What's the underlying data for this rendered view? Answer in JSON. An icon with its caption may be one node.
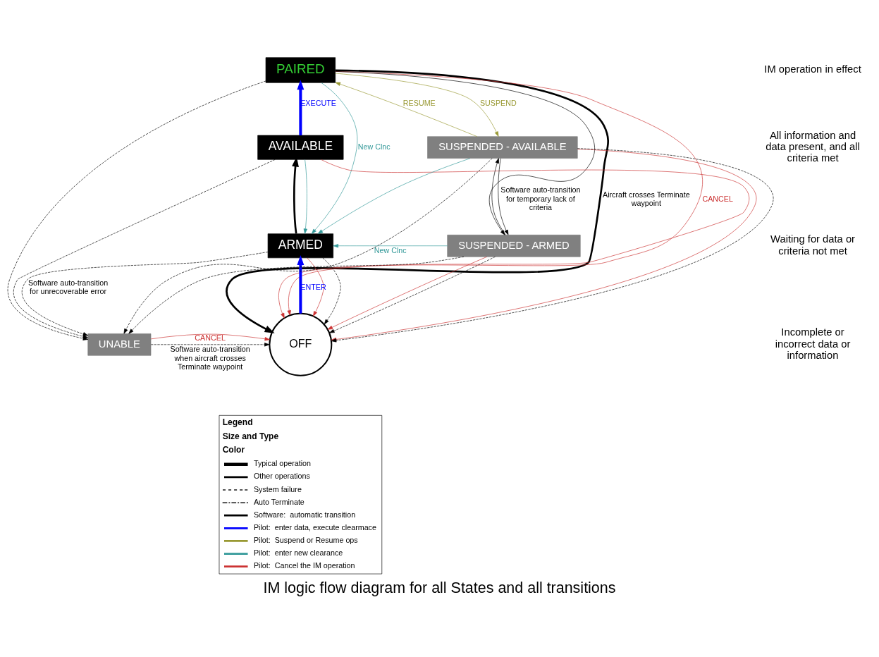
{
  "diagram": {
    "title": "IM logic flow diagram for all States and all transitions",
    "nodes": [
      {
        "text": [
          "PAIRED"
        ]
      },
      {
        "text": [
          "AVAILABLE"
        ]
      },
      {
        "text": [
          "ARMED"
        ]
      },
      {
        "text": [
          "OFF"
        ]
      },
      {
        "text": [
          "SUSPENDED - AVAILABLE"
        ]
      },
      {
        "text": [
          "SUSPENDED - ARMED"
        ]
      },
      {
        "text": [
          "UNABLE"
        ]
      }
    ],
    "edges": [
      {
        "from": 1,
        "to": 0,
        "arrow": "to",
        "label": "EXECUTE",
        "style": "thick",
        "color": "#0000ff"
      },
      {
        "from": 2,
        "to": 1,
        "arrow": "to",
        "style": "thick"
      },
      {
        "from": 3,
        "to": 2,
        "arrow": "to",
        "label": "ENTER",
        "style": "thick",
        "color": "#0000ff"
      },
      {
        "from": 0,
        "to": 3,
        "arrow": "to",
        "label": "Aircraft crosses Terminate waypoint",
        "style": "thick"
      },
      {
        "from": 0,
        "to": 2,
        "arrow": "to",
        "label": "New Clnc",
        "color": "#339999"
      },
      {
        "from": 1,
        "to": 2,
        "arrow": "to",
        "color": "#339999"
      },
      {
        "from": 4,
        "to": 2,
        "arrow": "to",
        "color": "#339999"
      },
      {
        "from": 5,
        "to": 2,
        "arrow": "to",
        "label": "New Clnc",
        "color": "#339999"
      },
      {
        "from": 0,
        "to": 4,
        "arrow": "to",
        "label": "SUSPEND",
        "color": "#999933"
      },
      {
        "from": 4,
        "to": 0,
        "arrow": "to",
        "label": "RESUME",
        "color": "#999933"
      },
      {
        "from": 0,
        "to": 3,
        "arrow": "to",
        "label": "CANCEL",
        "color": "#cc3333"
      },
      {
        "from": 1,
        "to": 3,
        "arrow": "to",
        "color": "#cc3333"
      },
      {
        "from": 2,
        "to": 3,
        "arrow": "to",
        "color": "#cc3333"
      },
      {
        "from": 4,
        "to": 3,
        "arrow": "to",
        "color": "#cc3333"
      },
      {
        "from": 5,
        "to": 3,
        "arrow": "to",
        "color": "#cc3333"
      },
      {
        "from": 6,
        "to": 3,
        "arrow": "to",
        "label": "CANCEL",
        "color": "#cc3333"
      },
      {
        "from": 0,
        "to": 6,
        "arrow": "to",
        "style": "dashed"
      },
      {
        "from": 1,
        "to": 6,
        "arrow": "to",
        "style": "dashed"
      },
      {
        "from": 2,
        "to": 6,
        "arrow": "to",
        "style": "dashed",
        "label": "Software auto-transition for unrecoverable error"
      },
      {
        "from": 4,
        "to": 6,
        "arrow": "to",
        "style": "dashed"
      },
      {
        "from": 5,
        "to": 6,
        "arrow": "to",
        "style": "dashed"
      },
      {
        "from": 0,
        "to": 5,
        "arrow": "to"
      },
      {
        "from": 4,
        "to": 5,
        "arrow": "to",
        "label": "Software auto-transition for temporary lack of criteria"
      },
      {
        "from": 5,
        "to": 4,
        "arrow": "to"
      },
      {
        "from": 4,
        "to": 3,
        "arrow": "to",
        "style": "dashed"
      },
      {
        "from": 2,
        "to": 3,
        "arrow": "to",
        "style": "dashed"
      },
      {
        "from": 5,
        "to": 3,
        "arrow": "to",
        "style": "dashed"
      },
      {
        "from": 6,
        "to": 3,
        "arrow": "to",
        "style": "dashed",
        "label": "Software auto-transition when aircraft crosses Terminate waypoint"
      }
    ],
    "labels": [
      "IM operation in effect",
      "All information and data present, and all criteria met",
      "Waiting for data or criteria not met",
      "Incomplete or incorrect data or information",
      "Legend",
      "Size and Type",
      "Color"
    ],
    "legend": [
      {
        "text": "Typical operation"
      },
      {
        "text": "Other operations"
      },
      {
        "text": "System failure"
      },
      {
        "text": "Auto Terminate"
      },
      {
        "text": "Software:  automatic transition",
        "color": "#000000"
      },
      {
        "text": "Pilot:  enter data, execute clearmace",
        "color": "#0000ff"
      },
      {
        "text": "Pilot:  Suspend or Resume ops",
        "color": "#999933"
      },
      {
        "text": "Pilot:  enter new clearance",
        "color": "#339999"
      },
      {
        "text": "Pilot:  Cancel the IM operation",
        "color": "#cc3333"
      }
    ]
  }
}
